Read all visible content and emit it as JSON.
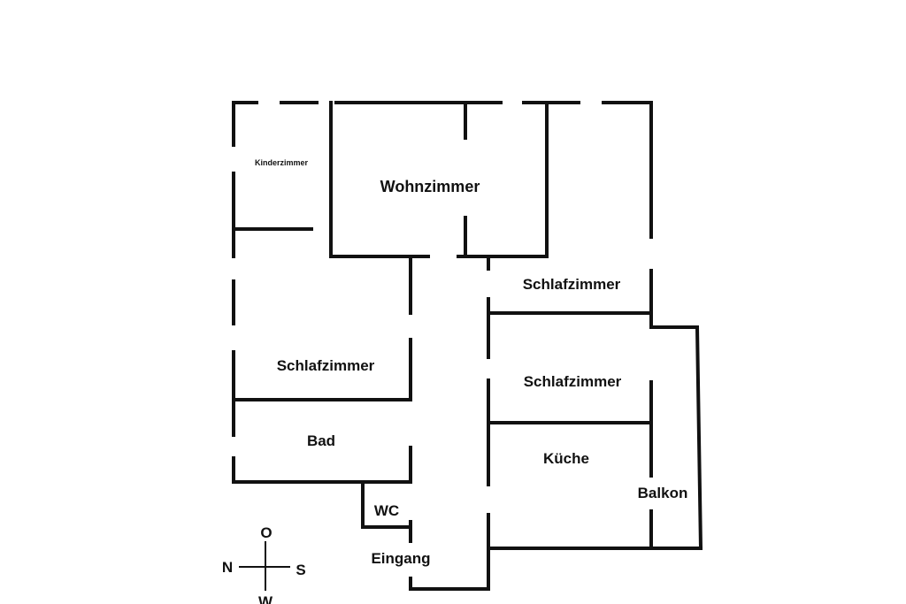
{
  "colors": {
    "wall": "#111111",
    "background": "#ffffff"
  },
  "rooms": {
    "kinderzimmer": "Kinderzimmer",
    "wohnzimmer": "Wohnzimmer",
    "schlafzimmer_ne": "Schlafzimmer",
    "schlafzimmer_west": "Schlafzimmer",
    "schlafzimmer_east": "Schlafzimmer",
    "bad": "Bad",
    "kueche": "Küche",
    "wc": "WC",
    "balkon": "Balkon",
    "eingang": "Eingang"
  },
  "compass": {
    "north": "O",
    "west": "N",
    "east": "S",
    "south": "W"
  }
}
